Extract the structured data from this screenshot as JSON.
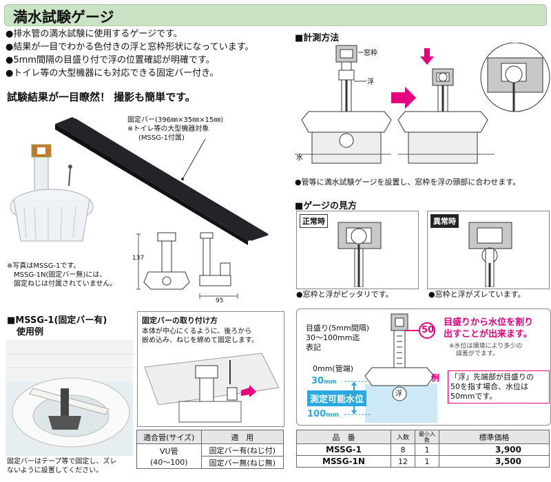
{
  "title": "満水試験ゲージ",
  "bullets": [
    "●排水管の満水試験に使用するゲージです。",
    "●結果が一目でわかる色付きの浮と窓枠形状になっています。",
    "●5mm間隔の目盛り付で浮の位置確認が明確です。",
    "●トイレ等の大型機器にも対応できる固定バー付き。"
  ],
  "headline": "試験結果が一目瞭然！ 撮影も簡単です。",
  "fixbar_note": {
    "line1": "固定バー(396㎜×35㎜×15㎜)",
    "line2": "※トイレ等の大型機器対象",
    "line3": "(MSSG-1付属)"
  },
  "photo_note": {
    "line1": "※写真はMSSG-1です。",
    "line2": "MSSG-1N(固定バー無)には、",
    "line3": "固定ねじは付属されていません。"
  },
  "dims": {
    "height": "137",
    "width": "95"
  },
  "measure": {
    "heading": "■計測方法",
    "window_label": "窓枠",
    "float_label": "浮",
    "water_label": "水",
    "caption": "●管等に満水試験ゲージを設置し、窓枠を浮の頭部に合わせます。"
  },
  "view": {
    "heading": "■ゲージの見方",
    "normal_label": "正常時",
    "abnormal_label": "異常時",
    "normal_caption": "●窓枠と浮がピッタリです。",
    "abnormal_caption": "●窓枠と浮がズレています。"
  },
  "usage": {
    "heading_line1": "■MSSG-1(固定バー有)",
    "heading_line2": "使用例",
    "caption_line1": "固定バーはテープ等で固定し、ズレ",
    "caption_line2": "ないように設置してください。"
  },
  "attach": {
    "heading": "固定バーの取り付け方",
    "line1": "本体が中心にくるように、後ろから",
    "line2": "嵌め込み、ねじを締めて固定します。"
  },
  "scale": {
    "note_line1": "目盛り(5mm間隔)",
    "note_line2": "30～100mm迄",
    "note_line3": "表記",
    "zero_label": "0mm(管端)",
    "mark30": "30",
    "mark100": "100",
    "unit": "mm",
    "range_label": "測定可能水位",
    "marker": "50",
    "float_char": "浮",
    "pink_line1": "目盛りから水位を割り",
    "pink_line2": "出すことが出来ます。",
    "warn_line1": "※水位は環境により多少の",
    "warn_line2": "誤差がでます。",
    "example_tag": "例",
    "example_line1": "「浮」先端部が目盛りの",
    "example_line2": "50を指す場合、水位は",
    "example_line3": "50mmです。"
  },
  "pipe_table": {
    "headers": [
      "適合管(サイズ)",
      "適　用"
    ],
    "pipe_line1": "VU管",
    "pipe_line2": "(40～100)",
    "uses": [
      "固定バー有(ねじ付)",
      "固定バー無(ねじ無)"
    ]
  },
  "product_table": {
    "headers": [
      "品　番",
      "入数",
      "最小入数",
      "標準価格"
    ],
    "rows": [
      {
        "code": "MSSG-1",
        "qty": "8",
        "min": "1",
        "price": "3,900"
      },
      {
        "code": "MSSG-1N",
        "qty": "12",
        "min": "1",
        "price": "3,500"
      }
    ]
  },
  "colors": {
    "title_bg": "#c9e3c4",
    "accent": "#e6007e",
    "blue": "#2aa8e0",
    "window": "#d0d0d0"
  }
}
